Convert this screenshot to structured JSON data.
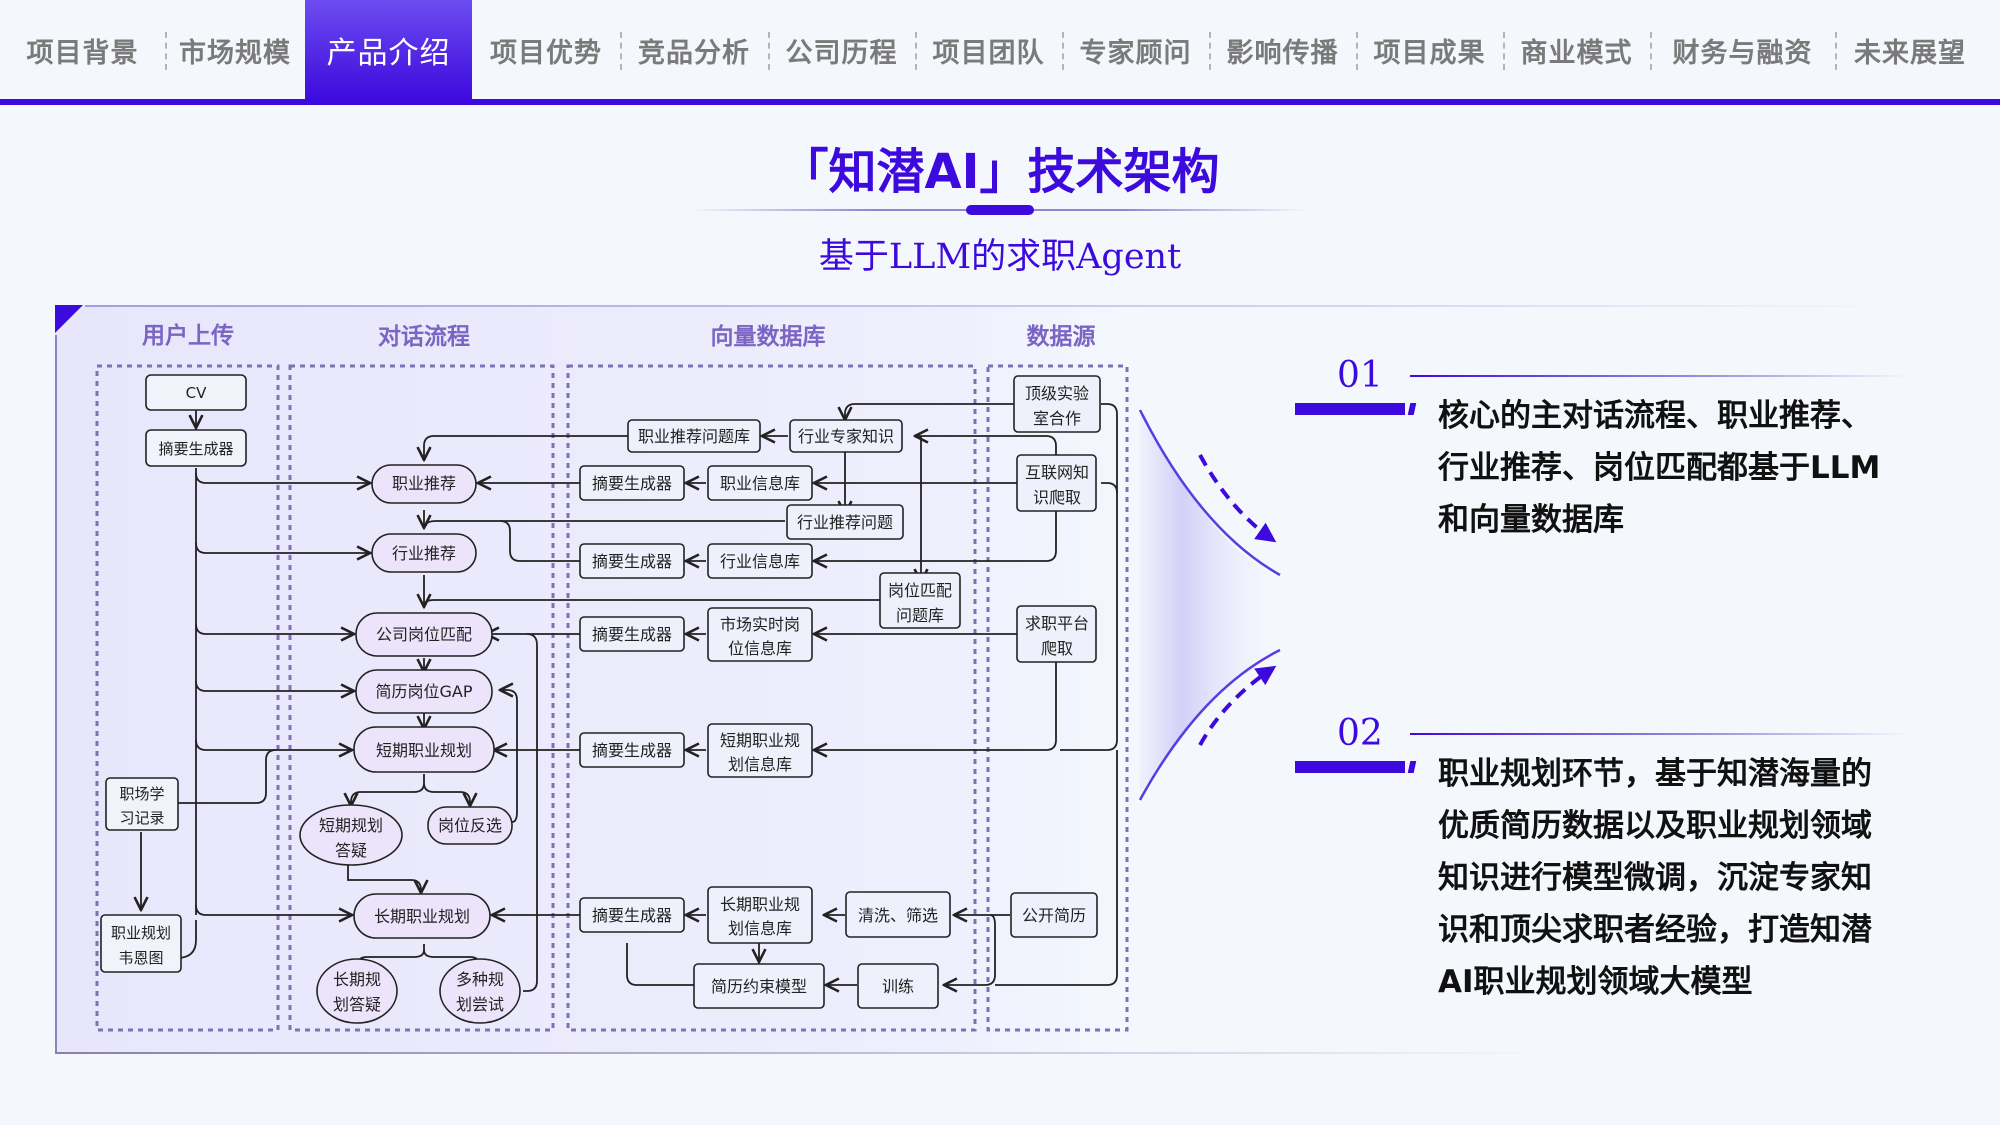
{
  "nav": {
    "tabs": [
      {
        "label": "项目背景",
        "active": false
      },
      {
        "label": "市场规模",
        "active": false
      },
      {
        "label": "产品介绍",
        "active": true
      },
      {
        "label": "项目优势",
        "active": false
      },
      {
        "label": "竞品分析",
        "active": false
      },
      {
        "label": "公司历程",
        "active": false
      },
      {
        "label": "项目团队",
        "active": false
      },
      {
        "label": "专家顾问",
        "active": false
      },
      {
        "label": "影响传播",
        "active": false
      },
      {
        "label": "项目成果",
        "active": false
      },
      {
        "label": "商业模式",
        "active": false
      },
      {
        "label": "财务与融资",
        "active": false
      },
      {
        "label": "未来展望",
        "active": false
      }
    ],
    "accent_color": "#3d0ade"
  },
  "header": {
    "title": "「知潜AI」技术架构",
    "subtitle": "基于LLM的求职Agent"
  },
  "diagram": {
    "columns": [
      "用户上传",
      "对话流程",
      "向量数据库",
      "数据源"
    ],
    "user_nodes": {
      "cv": "CV",
      "summarizer": "摘要生成器",
      "learning_record": [
        "职场学",
        "习记录"
      ],
      "venn": [
        "职业规划",
        "韦恩图"
      ]
    },
    "dialog_nodes": {
      "career_rec": "职业推荐",
      "industry_rec": "行业推荐",
      "company_match": "公司岗位匹配",
      "resume_gap": "简历岗位GAP",
      "short_plan": "短期职业规划",
      "short_qa": [
        "短期规划",
        "答疑"
      ],
      "reverse_select": "岗位反选",
      "long_plan": "长期职业规划",
      "long_qa": [
        "长期规",
        "划答疑"
      ],
      "multi_try": [
        "多种规",
        "划尝试"
      ]
    },
    "vector_nodes": {
      "career_q_bank": "职业推荐问题库",
      "expert_knowledge": "行业专家知识",
      "summarizer": "摘要生成器",
      "career_info": "职业信息库",
      "industry_q": "行业推荐问题",
      "industry_info": "行业信息库",
      "job_match_q": [
        "岗位匹配",
        "问题库"
      ],
      "market_jobs": [
        "市场实时岗",
        "位信息库"
      ],
      "short_plan_info": [
        "短期职业规",
        "划信息库"
      ],
      "long_plan_info": [
        "长期职业规",
        "划信息库"
      ],
      "clean_filter": "清洗、筛选",
      "resume_model": "简历约束模型",
      "train": "训练"
    },
    "source_nodes": {
      "lab": [
        "顶级实验",
        "室合作"
      ],
      "web": [
        "互联网知",
        "识爬取"
      ],
      "job_platform": [
        "求职平台",
        "爬取"
      ],
      "public_resume": "公开简历"
    }
  },
  "sections": [
    {
      "number": "01",
      "lines": [
        "核心的主对话流程、职业推荐、",
        "行业推荐、岗位匹配都基于LLM",
        "和向量数据库"
      ]
    },
    {
      "number": "02",
      "lines": [
        "职业规划环节，基于知潜海量的",
        "优质简历数据以及职业规划领域",
        "知识进行模型微调，沉淀专家知",
        "识和顶尖求职者经验，打造知潜",
        "AI职业规划领域大模型"
      ]
    }
  ]
}
